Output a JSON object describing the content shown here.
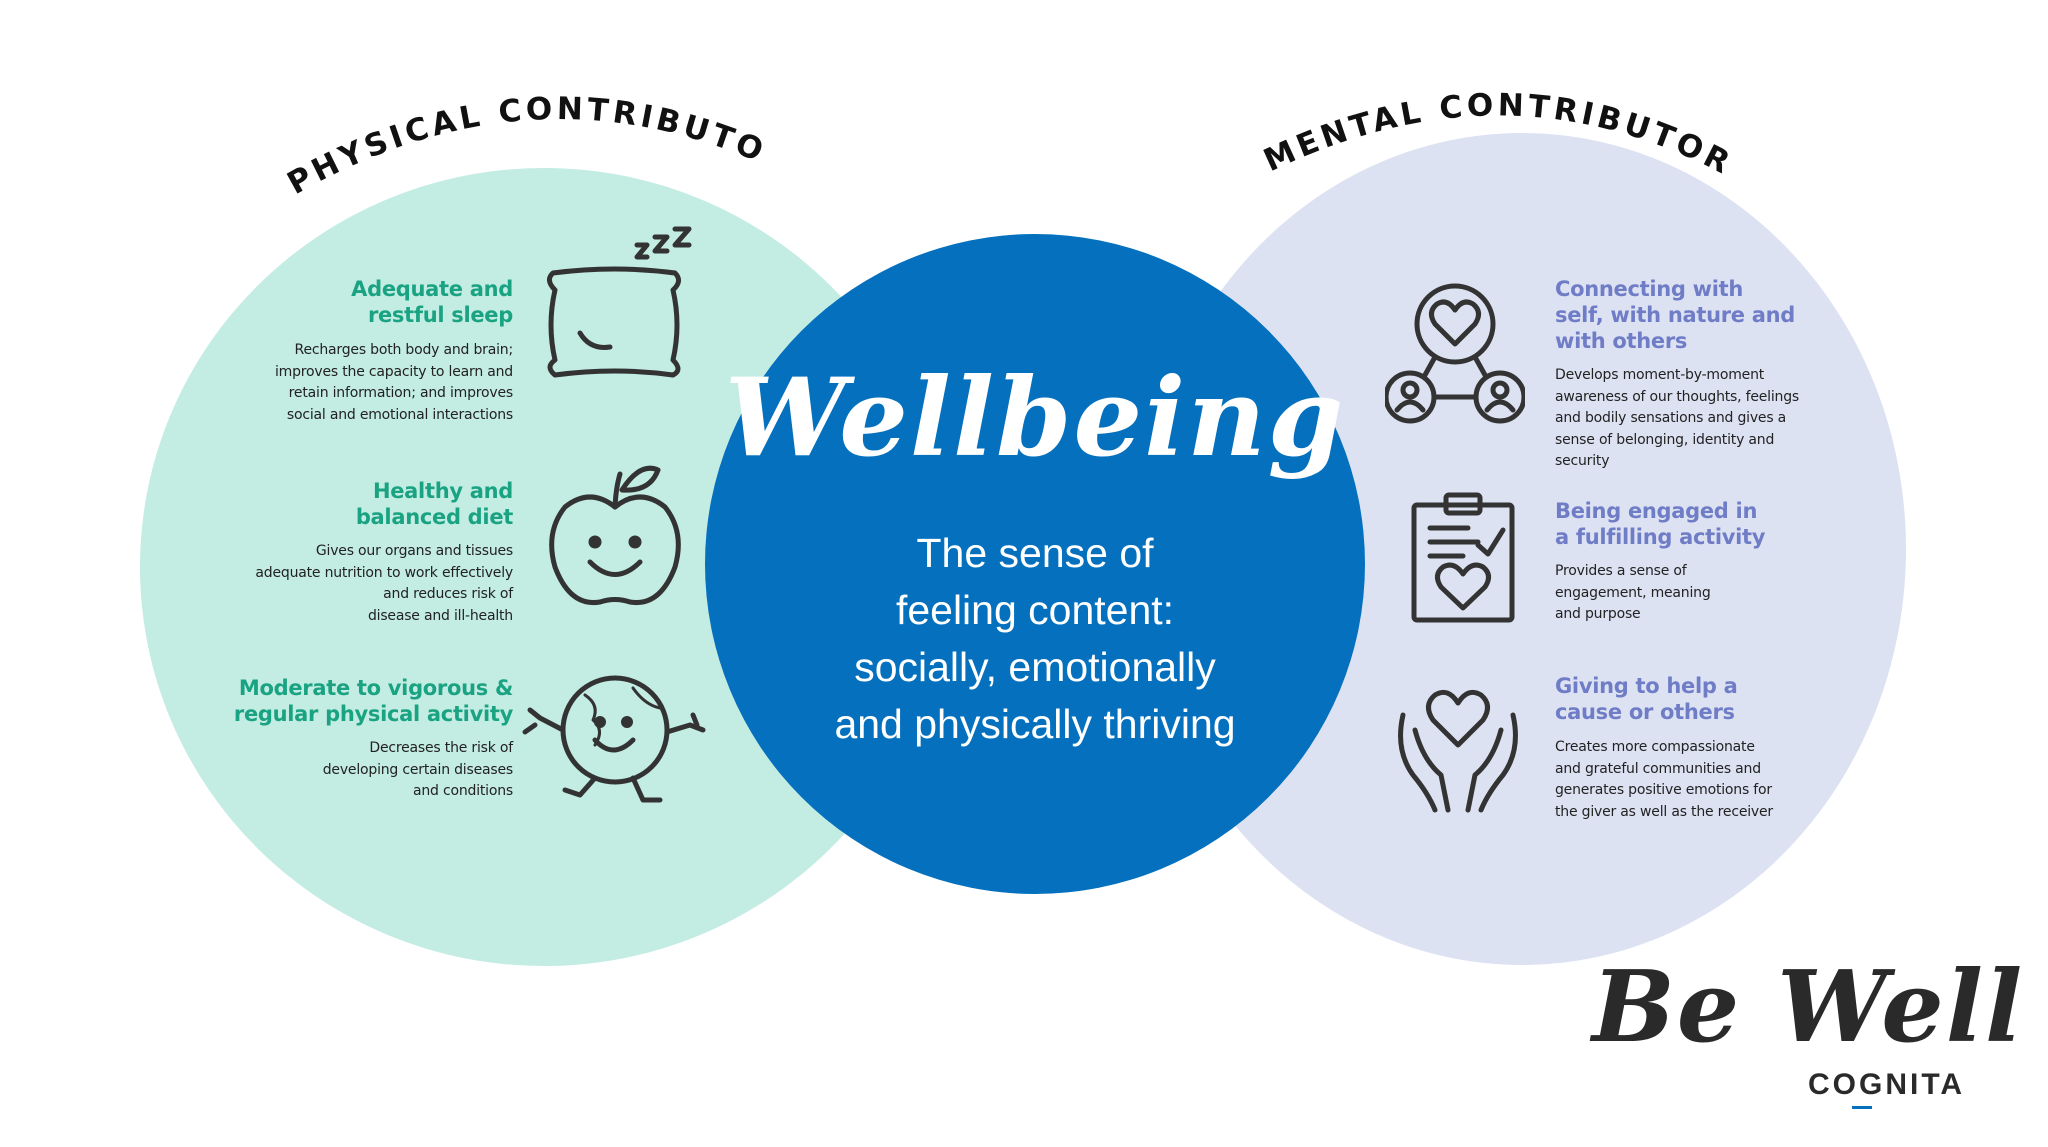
{
  "physical": {
    "heading": "PHYSICAL CONTRIBUTORS",
    "items": [
      {
        "title_lines": [
          "Adequate and",
          "restful sleep"
        ],
        "desc_lines": [
          "Recharges both body and brain;",
          "improves the capacity to learn and",
          "retain information; and improves",
          "social and emotional interactions"
        ],
        "icon": "pillow-zzz-icon"
      },
      {
        "title_lines": [
          "Healthy and",
          "balanced diet"
        ],
        "desc_lines": [
          "Gives our organs and tissues",
          "adequate nutrition to work effectively",
          "and reduces risk of",
          "disease and ill-health"
        ],
        "icon": "smiling-apple-icon"
      },
      {
        "title_lines": [
          "Moderate to vigorous &",
          "regular physical activity"
        ],
        "desc_lines": [
          "Decreases the risk of",
          "developing certain diseases",
          "and conditions"
        ],
        "icon": "running-globe-icon"
      }
    ]
  },
  "mental": {
    "heading": "MENTAL CONTRIBUTORS",
    "items": [
      {
        "title_lines": [
          "Connecting with",
          "self, with nature and",
          "with others"
        ],
        "desc_lines": [
          "Develops moment-by-moment",
          "awareness of our thoughts, feelings",
          "and bodily sensations and gives a",
          "sense of belonging, identity and",
          "security"
        ],
        "icon": "heart-people-network-icon"
      },
      {
        "title_lines": [
          "Being engaged in",
          "a fulfilling activity"
        ],
        "desc_lines": [
          "Provides a sense of",
          "engagement, meaning",
          "and purpose"
        ],
        "icon": "clipboard-heart-icon"
      },
      {
        "title_lines": [
          "Giving to help a",
          "cause or others"
        ],
        "desc_lines": [
          "Creates more compassionate",
          "and grateful communities and",
          "generates positive emotions for",
          "the giver as well as the receiver"
        ],
        "icon": "hands-heart-icon"
      }
    ]
  },
  "center": {
    "title": "Wellbeing",
    "desc_lines": [
      "The sense of",
      "feeling content:",
      "socially, emotionally",
      "and physically thriving"
    ]
  },
  "brand": {
    "tagline": "Be Well",
    "company": "COGNITA"
  },
  "colors": {
    "physical_bg": "#c3ece2",
    "mental_bg": "#dde2f3",
    "center_bg": "#0570be",
    "physical_accent": "#1aa383",
    "mental_accent": "#6f7cc6"
  }
}
